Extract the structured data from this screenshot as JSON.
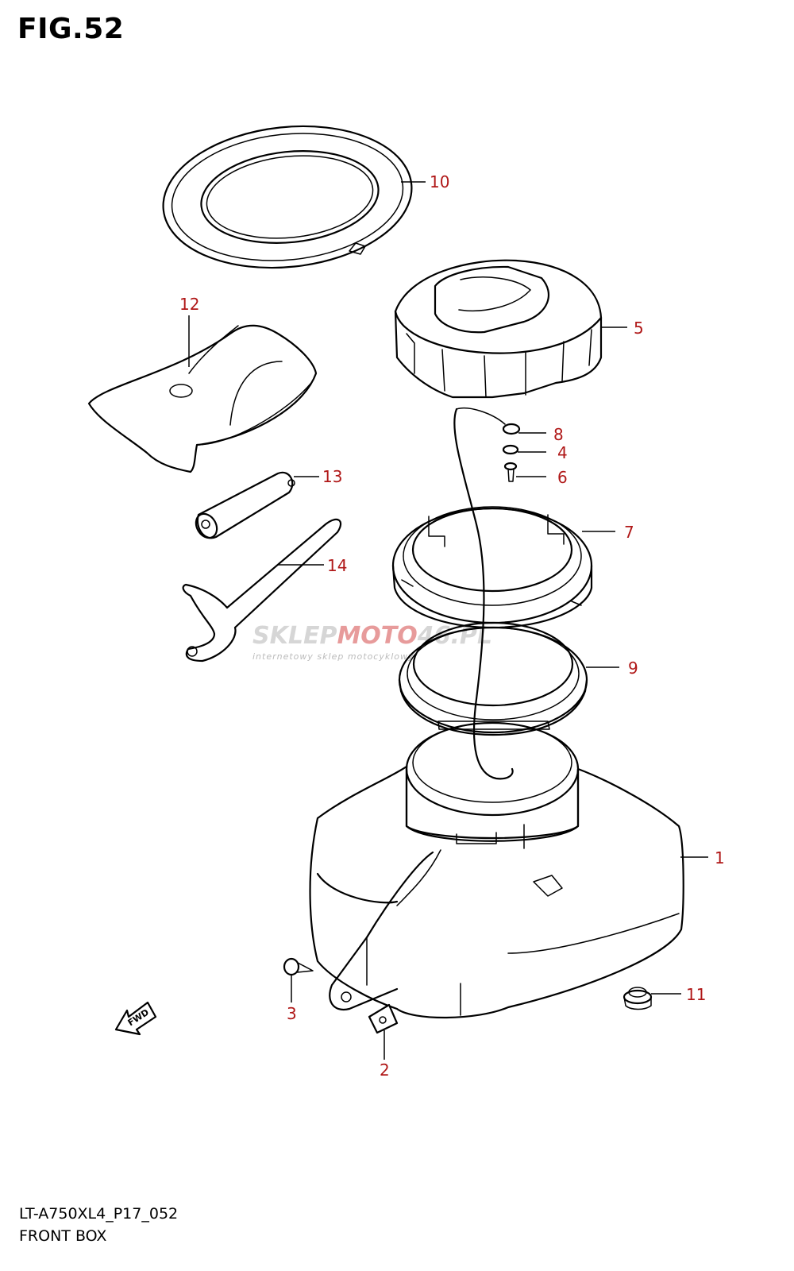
{
  "figure": {
    "title": "FIG.52",
    "code": "LT-A750XL4_P17_052",
    "name": "FRONT BOX"
  },
  "watermark": {
    "brand_a": "SKLEP",
    "brand_b": "MOTO",
    "brand_c": "46.PL",
    "tagline": "internetowy sklep motocyklowy"
  },
  "fwd_label": "FWD",
  "callouts": [
    {
      "id": "1",
      "label": "1"
    },
    {
      "id": "2",
      "label": "2"
    },
    {
      "id": "3",
      "label": "3"
    },
    {
      "id": "4",
      "label": "4"
    },
    {
      "id": "5",
      "label": "5"
    },
    {
      "id": "6",
      "label": "6"
    },
    {
      "id": "7",
      "label": "7"
    },
    {
      "id": "8",
      "label": "8"
    },
    {
      "id": "9",
      "label": "9"
    },
    {
      "id": "10",
      "label": "10"
    },
    {
      "id": "11",
      "label": "11"
    },
    {
      "id": "12",
      "label": "12"
    },
    {
      "id": "13",
      "label": "13"
    },
    {
      "id": "14",
      "label": "14"
    }
  ],
  "colors": {
    "label": "#b01818",
    "line": "#000000",
    "background": "#ffffff"
  }
}
